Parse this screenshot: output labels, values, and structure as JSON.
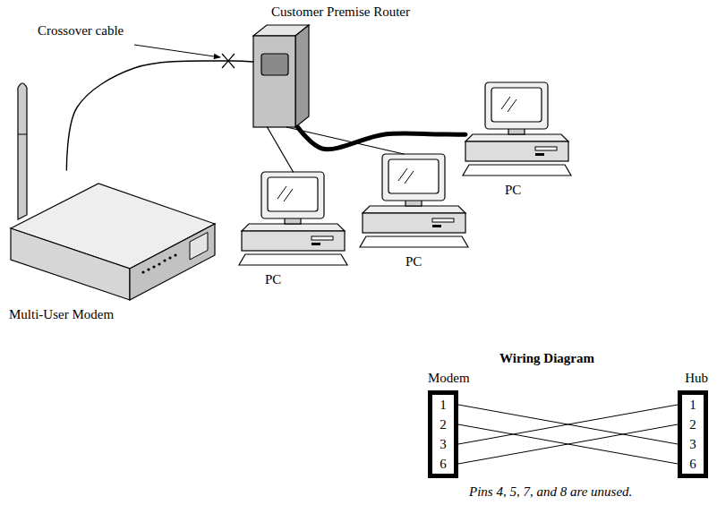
{
  "diagram": {
    "nodes": [
      {
        "text": [
          "Customer Premise Router"
        ]
      },
      {
        "text": [
          "PC"
        ]
      },
      {
        "text": [
          "Multi-User Modem"
        ]
      },
      {
        "text": [
          "PC"
        ]
      },
      {
        "text": [
          "PC"
        ]
      },
      {
        "text": [
          "Modem",
          "1",
          "2",
          "3",
          "6"
        ]
      },
      {
        "text": [
          "Hub",
          "1",
          "2",
          "3",
          "6"
        ]
      }
    ],
    "edges": [
      {
        "from": 2,
        "to": 0,
        "arrow": "none"
      },
      {
        "from": 0,
        "to": 3,
        "arrow": "none"
      },
      {
        "from": 0,
        "to": 4,
        "arrow": "none"
      },
      {
        "from": 0,
        "to": 1,
        "arrow": "none"
      },
      {
        "from": 5,
        "to": 6,
        "arrow": "none"
      },
      {
        "from": 5,
        "to": 6,
        "arrow": "none"
      },
      {
        "from": 5,
        "to": 6,
        "arrow": "none"
      },
      {
        "from": 5,
        "to": 6,
        "arrow": "none"
      }
    ],
    "labels": [
      "Crossover cable",
      "Wiring Diagram",
      "Pins 4, 5, 7, and 8 are unused."
    ]
  }
}
